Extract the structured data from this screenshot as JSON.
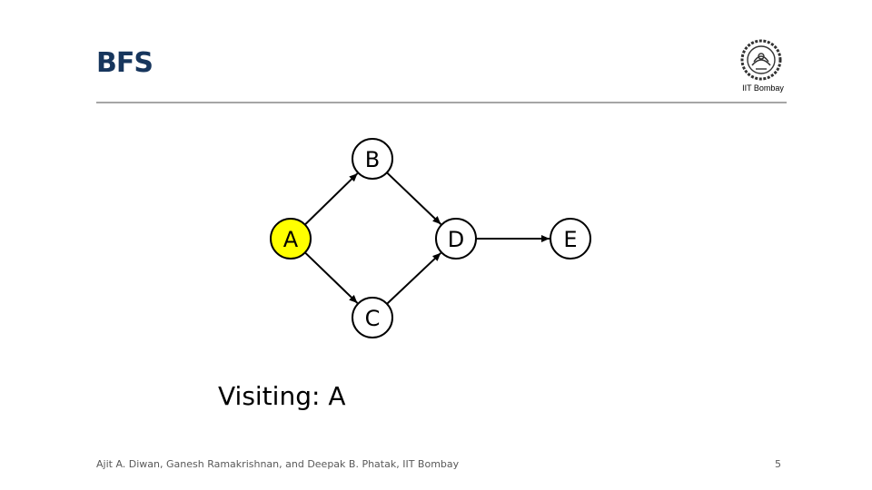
{
  "slide": {
    "title": "BFS",
    "institution": "IIT Bombay",
    "footer": "Ajit A. Diwan, Ganesh Ramakrishnan, and Deepak B. Phatak, IIT Bombay",
    "page_number": "5"
  },
  "graph": {
    "nodes": [
      {
        "id": "A",
        "label": "A",
        "fill": "#ffff00",
        "state": "visiting"
      },
      {
        "id": "B",
        "label": "B",
        "fill": "#ffffff"
      },
      {
        "id": "C",
        "label": "C",
        "fill": "#ffffff"
      },
      {
        "id": "D",
        "label": "D",
        "fill": "#ffffff"
      },
      {
        "id": "E",
        "label": "E",
        "fill": "#ffffff"
      }
    ],
    "edges": [
      {
        "from": "A",
        "to": "B"
      },
      {
        "from": "A",
        "to": "C"
      },
      {
        "from": "B",
        "to": "D"
      },
      {
        "from": "C",
        "to": "D"
      },
      {
        "from": "D",
        "to": "E"
      }
    ]
  },
  "status": {
    "label": "Visiting:",
    "current": "A"
  },
  "colors": {
    "title": "#17365d",
    "rule": "#a6a6a6",
    "visiting_fill": "#ffff00"
  },
  "logo": {
    "icon": "iit-bombay-emblem-icon"
  }
}
